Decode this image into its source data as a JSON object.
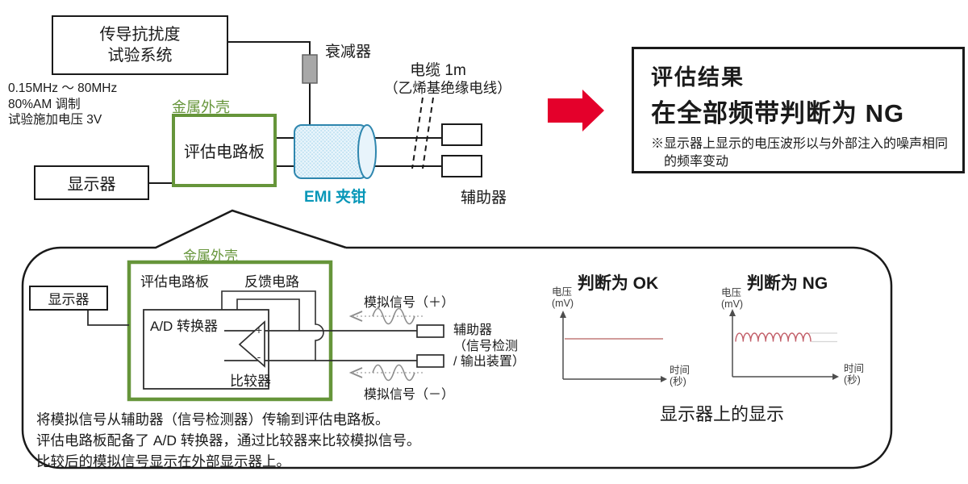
{
  "top": {
    "system_line1": "传导抗扰度",
    "system_line2": "试验系统",
    "cond_line1": "0.15MHz ～ 80MHz",
    "cond_line2": "80%AM 调制",
    "cond_line3": "试验施加电压 3V",
    "attenuator": "衰减器",
    "cable_line1": "电缆 1m",
    "cable_line2": "（乙烯基绝缘电线）",
    "metal_case": "金属外壳",
    "eval_board": "评估电路板",
    "display": "显示器",
    "emi_clamp": "EMI 夹钳",
    "aux": "辅助器"
  },
  "result": {
    "title": "评估结果",
    "verdict": "在全部频带判断为 NG",
    "note_line1": "※显示器上显示的电压波形以与外部注入的噪声相同",
    "note_line2": "的频率变动"
  },
  "detail": {
    "metal_case": "金属外壳",
    "display": "显示器",
    "eval_board": "评估电路板",
    "feedback": "反馈电路",
    "adc": "A/D 转换器",
    "comparator": "比较器",
    "plus_sign": "+",
    "minus_sign": "-",
    "signal_plus": "模拟信号（＋）",
    "signal_minus": "模拟信号（－）",
    "aux_line1": "辅助器",
    "aux_line2": "（信号检测",
    "aux_line3": "/ 输出装置）",
    "desc_line1": "将模拟信号从辅助器（信号检测器）传输到评估电路板。",
    "desc_line2": "评估电路板配备了 A/D 转换器，通过比较器来比较模拟信号。",
    "desc_line3": "比较后的模拟信号显示在外部显示器上。"
  },
  "graphs": {
    "ok_title": "判断为 OK",
    "ng_title": "判断为 NG",
    "y_label_line1": "电压",
    "y_label_line2": "(mV)",
    "x_label_line1": "时间",
    "x_label_line2": "(秒)",
    "ok_waveform": "flat",
    "ng_waveform": "oscillating",
    "caption": "显示器上的显示"
  },
  "colors": {
    "green": "#66953a",
    "teal": "#0897b8",
    "arrow_red": "#e4002b",
    "ok_line_red": "#c27a78",
    "ng_wave_red": "#c25e68",
    "clamp_stroke": "#2e86ae",
    "clamp_fill": "#c7e5f4"
  }
}
